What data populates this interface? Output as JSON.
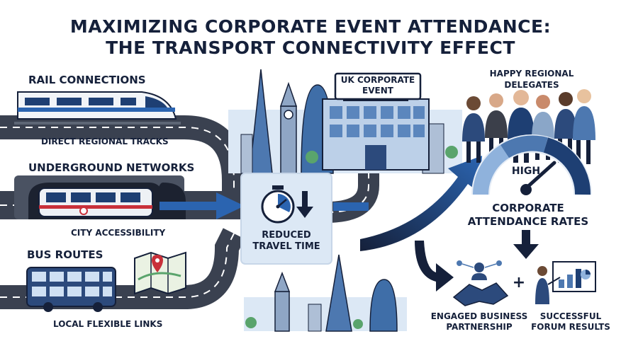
{
  "title": {
    "line1": "MAXIMIZING CORPORATE EVENT ATTENDANCE:",
    "line2": "THE TRANSPORT CONNECTIVITY EFFECT"
  },
  "left_column": {
    "rail": {
      "heading": "RAIL CONNECTIONS",
      "caption": "DIRECT REGIONAL TRACKS"
    },
    "underground": {
      "heading": "UNDERGROUND NETWORKS",
      "caption": "CITY ACCESSIBILITY"
    },
    "bus": {
      "heading": "BUS ROUTES",
      "caption": "LOCAL FLEXIBLE LINKS"
    }
  },
  "center": {
    "event_sign": {
      "line1": "UK CORPORATE",
      "line2": "EVENT"
    },
    "travel_box": {
      "line1": "REDUCED",
      "line2": "TRAVEL TIME"
    }
  },
  "right_column": {
    "delegates": {
      "line1": "HAPPY REGIONAL",
      "line2": "DELEGATES"
    },
    "gauge": {
      "label": "HIGH"
    },
    "attendance": {
      "line1": "CORPORATE",
      "line2": "ATTENDANCE RATES"
    },
    "outcomes": [
      {
        "line1": "ENGAGED BUSINESS",
        "line2": "PARTNERSHIP"
      },
      {
        "line1": "SUCCESSFUL",
        "line2": "FORUM RESULTS"
      }
    ],
    "plus": "+"
  },
  "icons": {
    "train": "train-icon",
    "metro": "metro-icon",
    "bus": "bus-icon",
    "map": "map-icon",
    "stopwatch": "stopwatch-icon",
    "gauge": "gauge-icon",
    "handshake": "handshake-icon",
    "presentation": "presentation-icon",
    "building": "building-icon",
    "skyline": "skyline-icon"
  },
  "colors": {
    "navy": "#15203a",
    "road": "#3a4150",
    "accent_blue": "#2b64b0",
    "light_blue": "#dce8f5"
  }
}
